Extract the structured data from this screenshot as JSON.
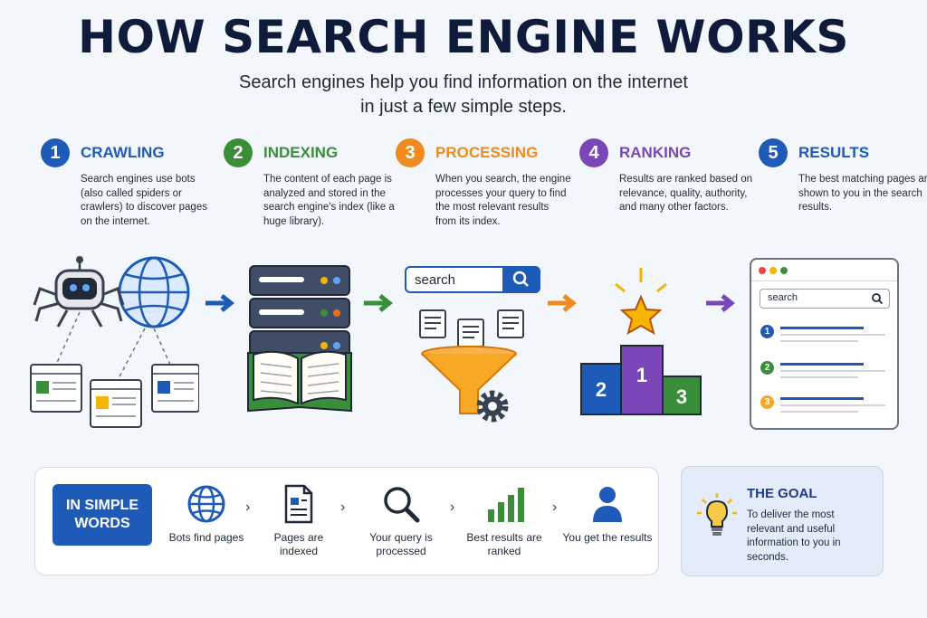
{
  "title": "HOW SEARCH ENGINE WORKS",
  "subtitle_line1": "Search engines help you find information on the internet",
  "subtitle_line2": "in just a few simple steps.",
  "steps": [
    {
      "number": "1",
      "title": "CRAWLING",
      "color": "#1e5bb8",
      "desc": "Search engines use bots (also called spiders or crawlers) to discover pages on the internet."
    },
    {
      "number": "2",
      "title": "INDEXING",
      "color": "#3a8e3a",
      "desc": "The content of each page is analyzed and stored in the search engine's index (like a huge library)."
    },
    {
      "number": "3",
      "title": "PROCESSING",
      "color": "#ee8a1e",
      "desc": "When you search, the engine processes your query to find the most relevant results from its index."
    },
    {
      "number": "4",
      "title": "RANKING",
      "color": "#7b47b8",
      "desc": "Results are ranked based on relevance, quality, authority, and many other factors."
    },
    {
      "number": "5",
      "title": "RESULTS",
      "color": "#1e5bb8",
      "desc": "The best matching pages are shown to you in the search results."
    }
  ],
  "processing_search_text": "search",
  "results_search_text": "search",
  "podium": {
    "first": "1",
    "second": "2",
    "third": "3"
  },
  "result_markers": [
    "1",
    "2",
    "3"
  ],
  "simple_words": {
    "label": "IN SIMPLE WORDS",
    "items": [
      {
        "icon": "globe-icon",
        "text": "Bots find pages"
      },
      {
        "icon": "document-icon",
        "text": "Pages are indexed"
      },
      {
        "icon": "magnifier-icon",
        "text": "Your query is processed"
      },
      {
        "icon": "bar-chart-icon",
        "text": "Best results are ranked"
      },
      {
        "icon": "person-icon",
        "text": "You get the results"
      }
    ]
  },
  "goal": {
    "title": "THE GOAL",
    "text": "To deliver the most relevant and useful information to you in seconds."
  },
  "colors": {
    "blue": "#1e5bb8",
    "green": "#3a8e3a",
    "orange": "#ee8a1e",
    "purple": "#7b47b8",
    "navy": "#0f1b3a"
  }
}
